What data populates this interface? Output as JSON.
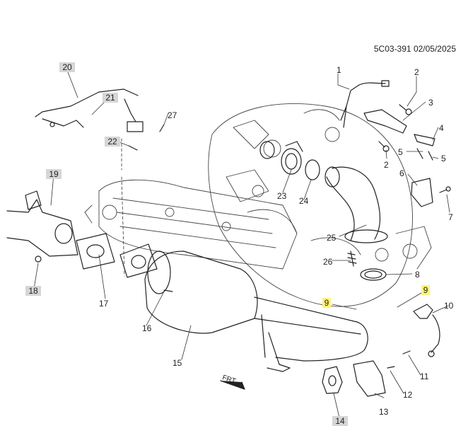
{
  "header": {
    "diagram_id": "5C03-391",
    "date": "02/05/2025"
  },
  "callouts": [
    "1",
    "2",
    "3",
    "4",
    "5",
    "5",
    "2",
    "6",
    "7",
    "8",
    "9",
    "9",
    "10",
    "11",
    "12",
    "13",
    "14",
    "15",
    "16",
    "17",
    "18",
    "19",
    "20",
    "21",
    "22",
    "23",
    "24",
    "25",
    "26",
    "27"
  ],
  "front_marker": "FRT"
}
